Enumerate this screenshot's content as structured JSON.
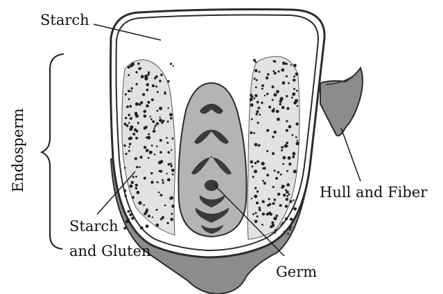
{
  "labels": {
    "starch": "Starch",
    "endosperm": "Endosperm",
    "starch_gluten_line1": "Starch",
    "starch_gluten_line2": "and Gluten",
    "hull_fiber": "Hull and Fiber",
    "germ": "Germ"
  },
  "colors": {
    "outline": "#2a2a2a",
    "hull": "#8c8c8c",
    "germ_fill": "#b4b4b4",
    "germ_rings": "#3a3a3a",
    "gluten_fill": "#e2e2e2",
    "gluten_dots": "#222222"
  }
}
